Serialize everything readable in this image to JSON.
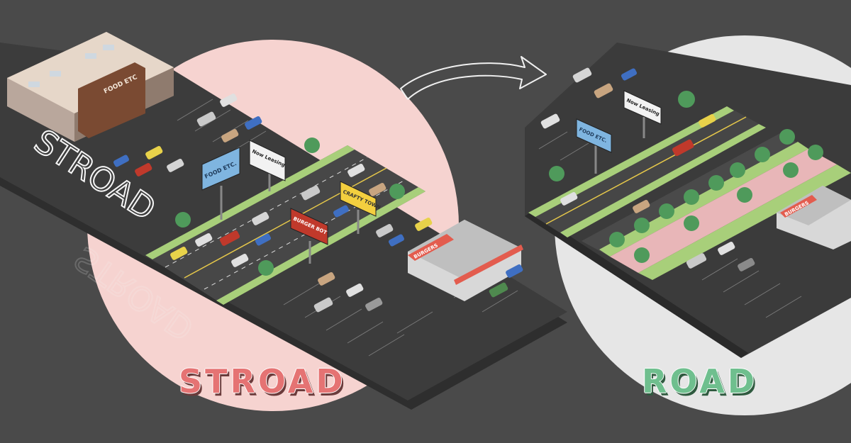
{
  "labels": {
    "left": "STROAD",
    "right": "ROAD",
    "building_handwritten": "STROAD",
    "building_mirror": "STROAD"
  },
  "signs": {
    "food_etc": "FOOD ETC.",
    "now_leasing": "Now Leasing",
    "burger_bot": "BURGER BOT",
    "crafty_town": "CRAFTY TOWN",
    "store_roof": "FOOD ETC",
    "burgers_store": "BURGERS",
    "right_food_etc": "FOOD ETC.",
    "right_now_leasing": "Now Leasing",
    "right_burgers": "BURGERS"
  },
  "colors": {
    "background": "#4a4a4a",
    "stroad_circle": "#f6d3d0",
    "road_circle": "#e6e6e6",
    "asphalt": "#3a3a3a",
    "grass": "#a8cf7a",
    "bike_lane": "#e8b6b8",
    "stroad_label": "#e57373",
    "road_label": "#6fbf8e"
  }
}
